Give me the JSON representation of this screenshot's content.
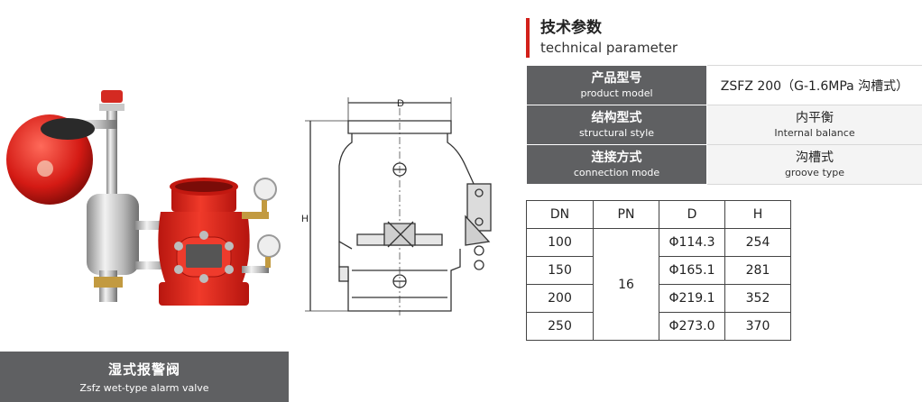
{
  "caption": {
    "cn": "湿式报警阀",
    "en": "Zsfz wet-type alarm valve"
  },
  "drawing": {
    "dim_d": "D",
    "dim_h": "H"
  },
  "heading": {
    "cn": "技术参数",
    "en": "technical parameter"
  },
  "spec": {
    "rows": [
      {
        "label_cn": "产品型号",
        "label_en": "product model",
        "value": "ZSFZ 200（G-1.6MPa 沟槽式）"
      },
      {
        "label_cn": "结构型式",
        "label_en": "structural style",
        "value_cn": "内平衡",
        "value_en": "Internal balance"
      },
      {
        "label_cn": "连接方式",
        "label_en": "connection mode",
        "value_cn": "沟槽式",
        "value_en": "groove type"
      }
    ]
  },
  "dn_table": {
    "headers": [
      "DN",
      "PN",
      "D",
      "H"
    ],
    "pn": "16",
    "rows": [
      {
        "dn": "100",
        "d": "Φ114.3",
        "h": "254"
      },
      {
        "dn": "150",
        "d": "Φ165.1",
        "h": "281"
      },
      {
        "dn": "200",
        "d": "Φ219.1",
        "h": "352"
      },
      {
        "dn": "250",
        "d": "Φ273.0",
        "h": "370"
      }
    ]
  },
  "colors": {
    "accent": "#d2201a",
    "label_bg": "#5f6062",
    "valve_red": "#e02020"
  }
}
